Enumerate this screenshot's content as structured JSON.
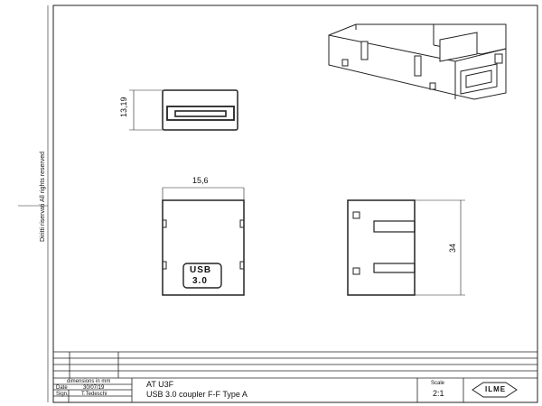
{
  "copyright": {
    "line1": "All rights reserved",
    "line2": "Diritti riservati"
  },
  "dimensions": {
    "height": "13,19",
    "width": "15,6",
    "length": "34"
  },
  "usb_badge": {
    "line1": "USB",
    "line2": "3.0"
  },
  "title_block": {
    "dimensions_note": "dimensions in mm",
    "date_label": "Date",
    "date_value": "30/07/19",
    "sign_label": "Sign.",
    "sign_value": "T.Tedeschi",
    "code": "AT U3F",
    "description": "USB 3.0 coupler F-F Type A",
    "scale_label": "Scale",
    "scale_value": "2:1",
    "logo_text": "ILME"
  }
}
